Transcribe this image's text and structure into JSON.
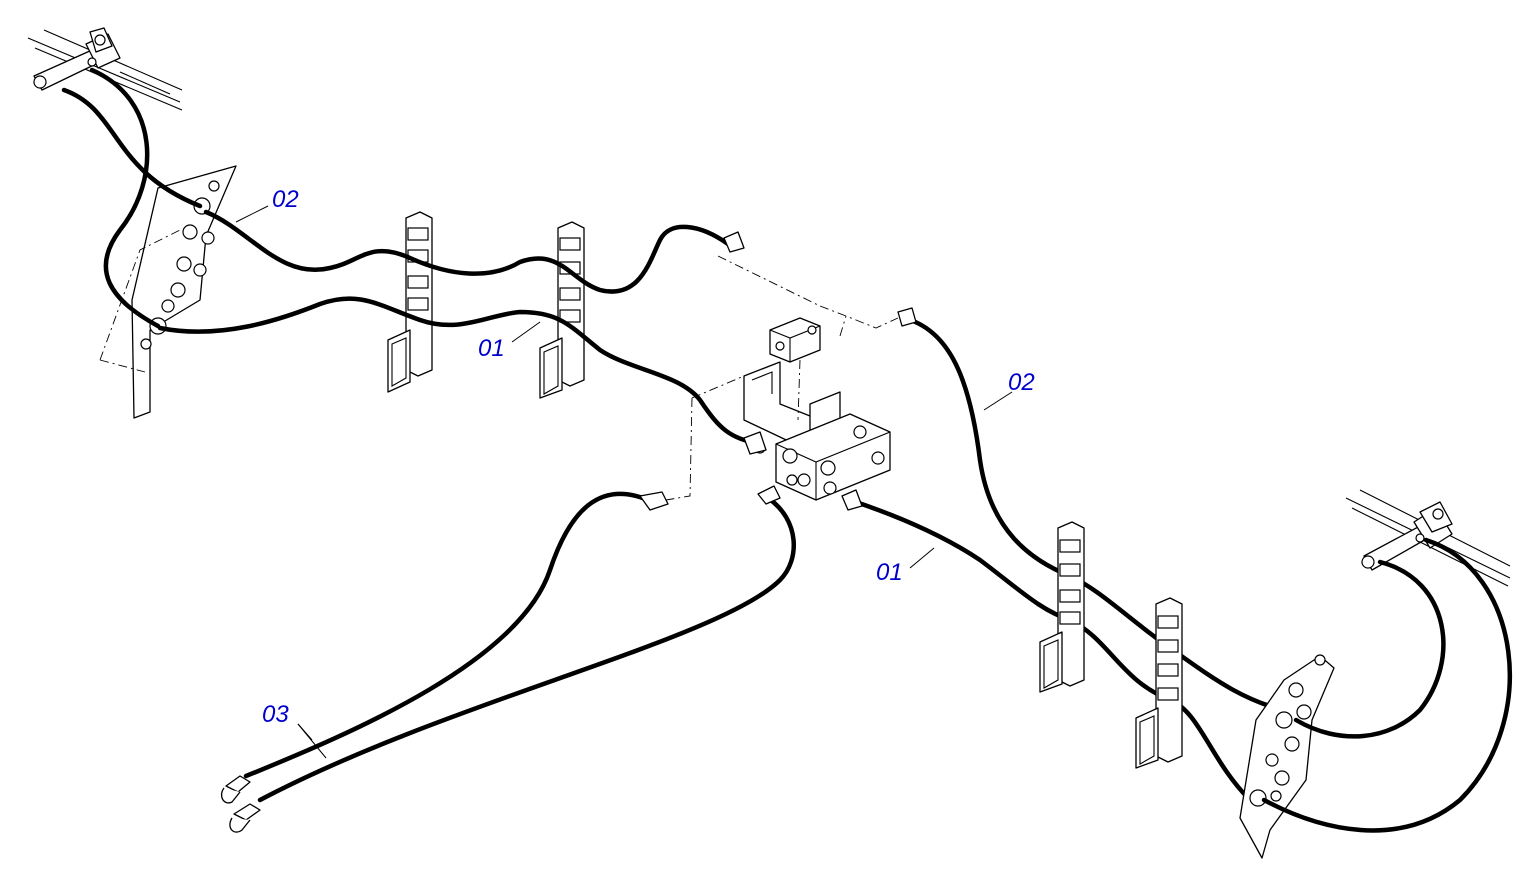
{
  "callouts": {
    "top_left_02": "02",
    "top_left_01": "01",
    "right_02": "02",
    "bottom_01": "01",
    "bottom_left_03": "03"
  },
  "colors": {
    "callout_text": "#0000cc",
    "line": "#000000",
    "background": "#ffffff"
  }
}
